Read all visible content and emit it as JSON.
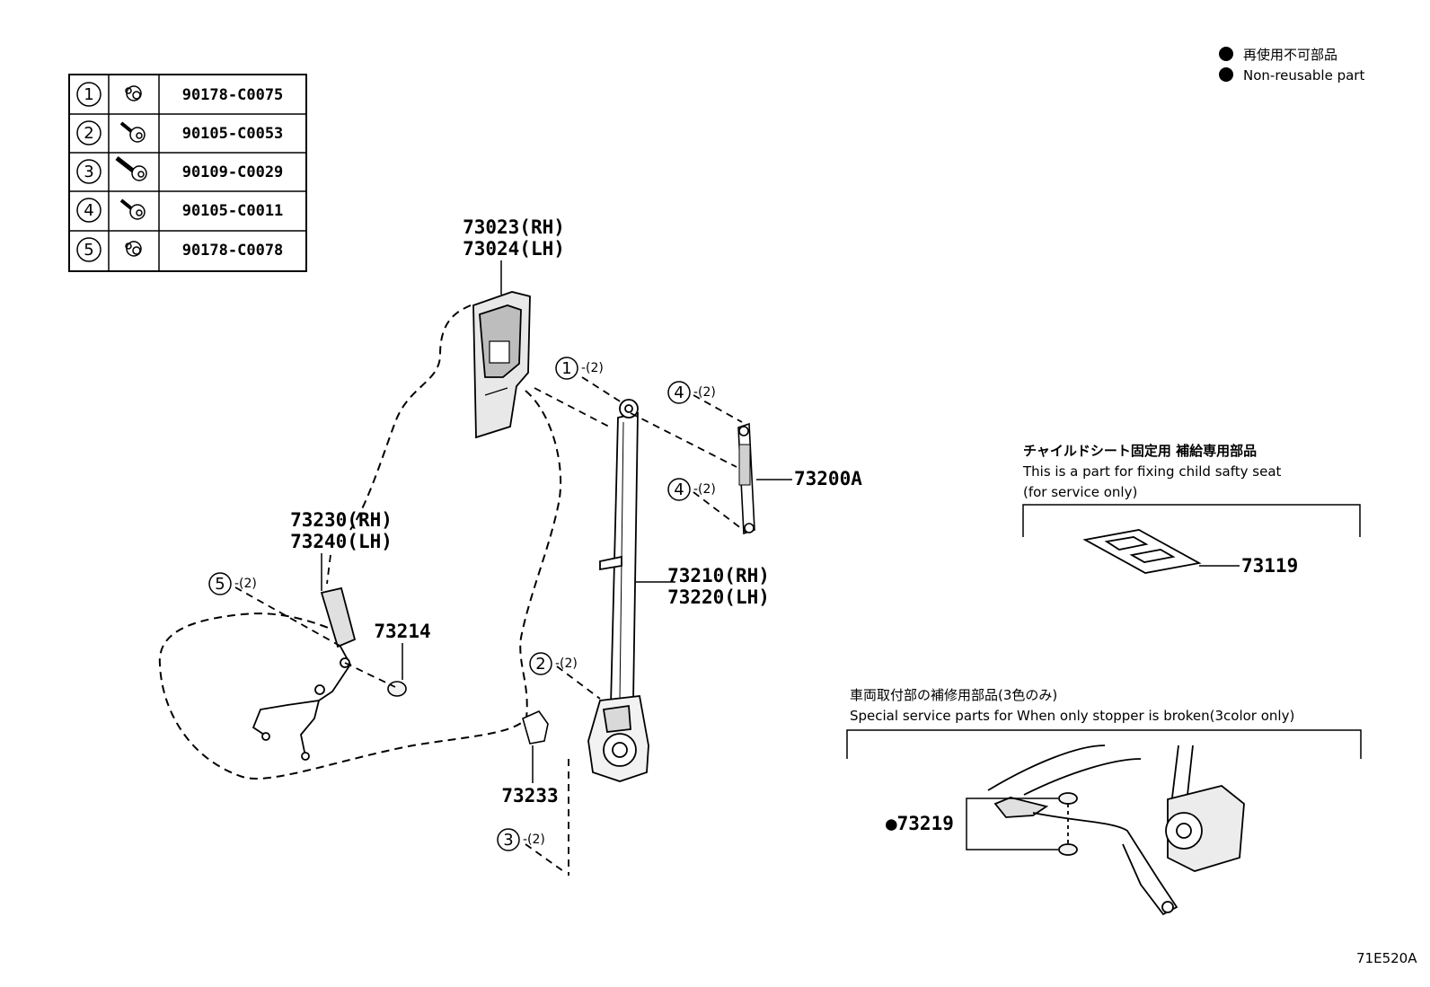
{
  "fastener_table": [
    {
      "ref": "1",
      "icon": "nut-icon",
      "part": "90178-C0075"
    },
    {
      "ref": "2",
      "icon": "bolt-icon",
      "part": "90105-C0053"
    },
    {
      "ref": "3",
      "icon": "long-bolt-icon",
      "part": "90109-C0029"
    },
    {
      "ref": "4",
      "icon": "bolt-icon",
      "part": "90105-C0011"
    },
    {
      "ref": "5",
      "icon": "nut-icon",
      "part": "90178-C0078"
    }
  ],
  "legend": {
    "jp": "再使用不可部品",
    "en": "Non-reusable part"
  },
  "parts": {
    "p73023": "73023(RH)",
    "p73024": "73024(LH)",
    "p73200A": "73200A",
    "p73210": "73210(RH)",
    "p73220": "73220(LH)",
    "p73230": "73230(RH)",
    "p73240": "73240(LH)",
    "p73214": "73214",
    "p73233": "73233",
    "p73119": "73119",
    "p73219": "●73219"
  },
  "callouts": {
    "c1": {
      "ref": "1",
      "qty": "-(2)"
    },
    "c4a": {
      "ref": "4",
      "qty": "-(2)"
    },
    "c4b": {
      "ref": "4",
      "qty": "-(2)"
    },
    "c5": {
      "ref": "5",
      "qty": "-(2)"
    },
    "c2": {
      "ref": "2",
      "qty": "-(2)"
    },
    "c3": {
      "ref": "3",
      "qty": "-(2)"
    }
  },
  "child_seat_note": {
    "jp": "チャイルドシート固定用  補給専用部品",
    "en1": "This is a part for fixing child safty seat",
    "en2": "(for service only)"
  },
  "stopper_note": {
    "jp": "車両取付部の補修用部品(3色のみ)",
    "en": "Special service parts for When only stopper is broken(3color only)"
  },
  "figure_id": "71E520A",
  "colors": {
    "ink": "#000000",
    "paper": "#ffffff",
    "shade": "#d9d9d9"
  }
}
